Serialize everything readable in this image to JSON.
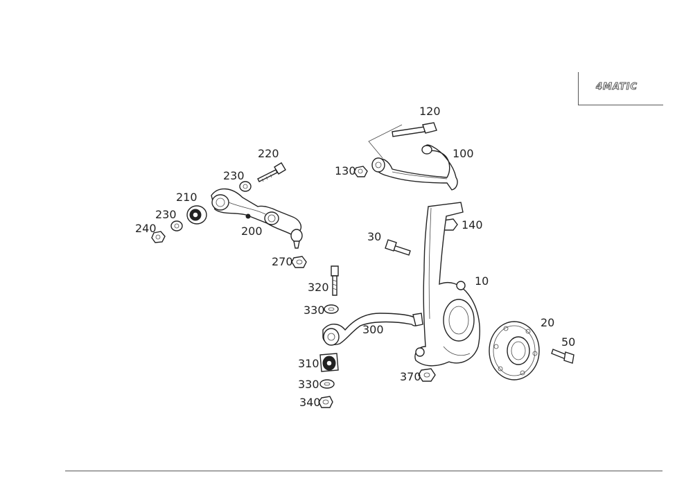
{
  "badge": {
    "text": "4MATIC"
  },
  "labels": {
    "p10": "10",
    "p20": "20",
    "p30": "30",
    "p50": "50",
    "p100": "100",
    "p120": "120",
    "p130": "130",
    "p140": "140",
    "p200": "200",
    "p210": "210",
    "p220": "220",
    "p230a": "230",
    "p230b": "230",
    "p240": "240",
    "p270": "270",
    "p300": "300",
    "p310": "310",
    "p320": "320",
    "p330a": "330",
    "p330b": "330",
    "p340": "340",
    "p370": "370"
  }
}
